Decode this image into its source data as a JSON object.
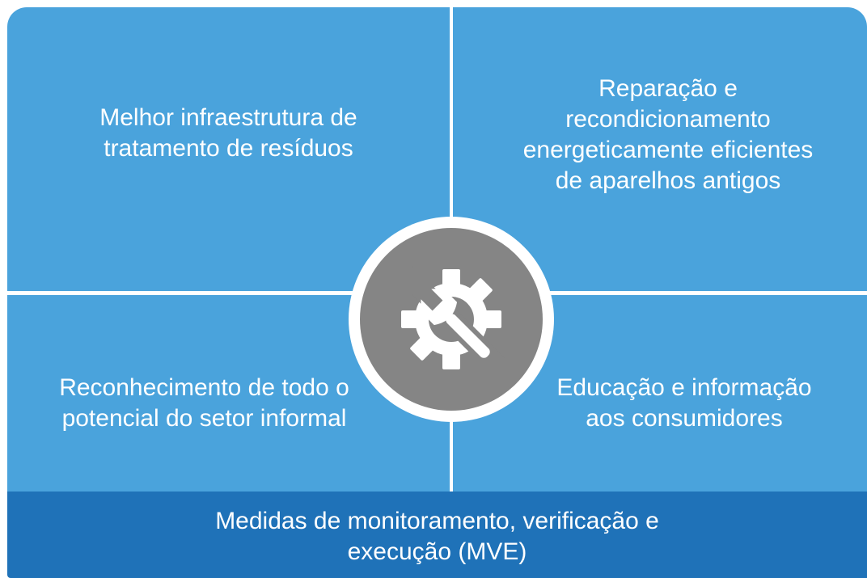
{
  "quadrants": {
    "top_left": "Melhor infraestrutura de\ntratamento de resíduos",
    "top_right": "Reparação e\nrecondicionamento\nenergeticamente eficientes\nde aparelhos antigos",
    "bottom_left": "Reconhecimento de todo o\npotencial do setor informal",
    "bottom_right": "Educação e informação\naos consumidores"
  },
  "bottom_bar": {
    "text": "Medidas de monitoramento, verificação e\nexecução (MVE)"
  },
  "center": {
    "icon": "gear-wrench-icon"
  },
  "colors": {
    "panel": "#4aa3dc",
    "bottom_bar": "#1f72b8",
    "center": "#858585",
    "text": "#ffffff"
  }
}
